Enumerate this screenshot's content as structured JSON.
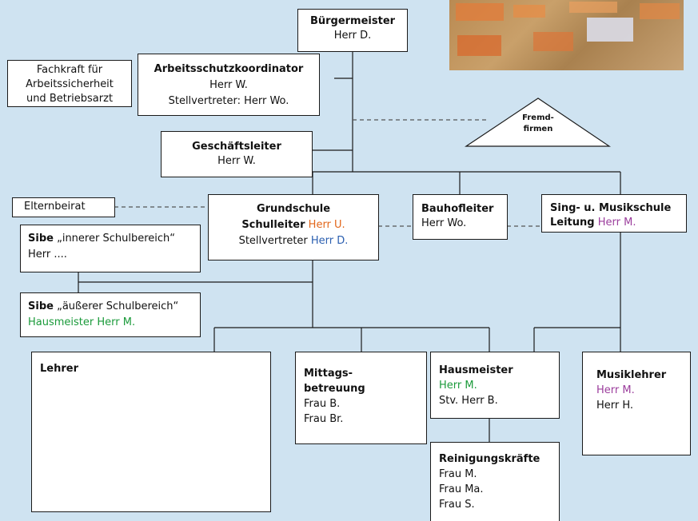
{
  "buergermeister": {
    "title": "Bürgermeister",
    "name": "Herr D."
  },
  "fachkraft": {
    "line1": "Fachkraft für",
    "line2": "Arbeitssicherheit",
    "line3": "und Betriebsarzt"
  },
  "arbeitsschutz": {
    "title": "Arbeitsschutzkoordinator",
    "name": "Herr W.",
    "deputy": "Stellvertreter: Herr Wo."
  },
  "fremdfirmen": {
    "line1": "Fremd-",
    "line2": "firmen"
  },
  "geschaeftsleiter": {
    "title": "Geschäftsleiter",
    "name": "Herr W."
  },
  "elternbeirat": {
    "label": "Elternbeirat"
  },
  "grundschule": {
    "title": "Grundschule",
    "leader_label": "Schulleiter",
    "leader_name": "Herr U.",
    "deputy_label": "Stellvertreter",
    "deputy_name": "Herr D."
  },
  "bauhof": {
    "title": "Bauhofleiter",
    "name": "Herr Wo."
  },
  "musikschule": {
    "title": "Sing- u. Musikschule",
    "leader_label": "Leitung",
    "leader_name": "Herr M."
  },
  "sibe_inner": {
    "title": "Sibe",
    "scope": "„innerer Schulbereich“",
    "name": "Herr ...."
  },
  "sibe_outer": {
    "title": "Sibe",
    "scope": "„äußerer Schulbereich“",
    "name": "Hausmeister Herr M."
  },
  "lehrer": {
    "title": "Lehrer"
  },
  "mittag": {
    "title1": "Mittags-",
    "title2": "betreuung",
    "names": [
      "Frau B.",
      "Frau Br."
    ]
  },
  "hausmeister": {
    "title": "Hausmeister",
    "name": "Herr M.",
    "deputy": "Stv. Herr B."
  },
  "musiklehrer": {
    "title": "Musiklehrer",
    "names": [
      "Herr M.",
      "Herr H."
    ]
  },
  "reinigung": {
    "title": "Reinigungskräfte",
    "names": [
      "Frau M.",
      "Frau Ma.",
      "Frau S."
    ]
  },
  "colors": {
    "background": "#cfe3f1",
    "orange": "#e2661a",
    "blue": "#2b5fb0",
    "green": "#1a9a3a",
    "purple": "#9b3d9c"
  }
}
